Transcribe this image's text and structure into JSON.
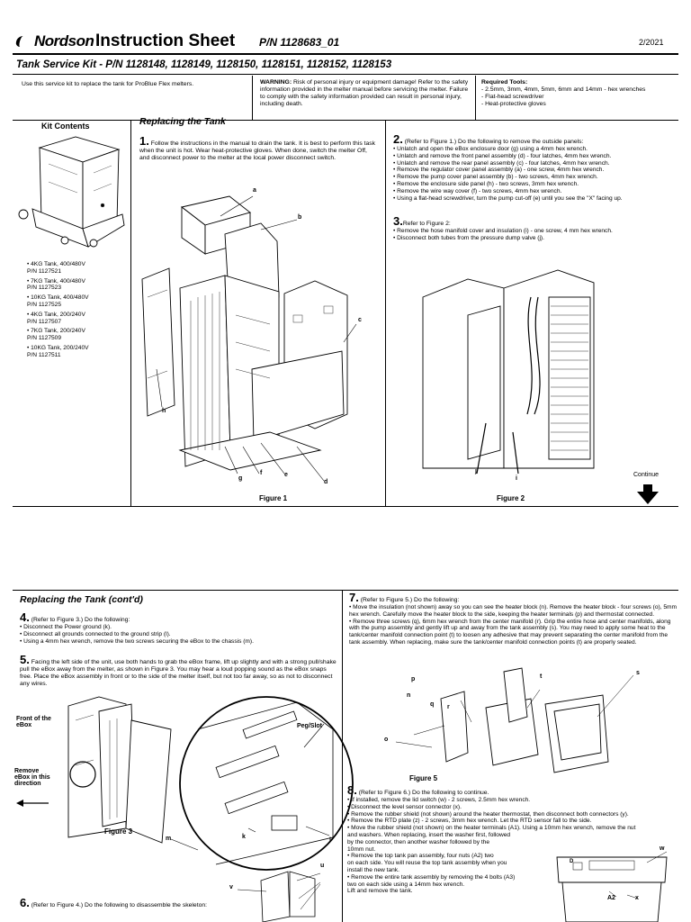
{
  "header": {
    "brand": "Nordson",
    "title": "Instruction Sheet",
    "pn": "P/N 1128683_01",
    "date": "2/2021",
    "subtitle": "Tank Service Kit - P/N 1128148, 1128149, 1128150, 1128151, 1128152, 1128153"
  },
  "intro": {
    "usage": "Use this service kit to replace the tank for ProBlue Flex melters.",
    "warning_label": "WARNING:",
    "warning_text": "Risk of personal injury or equipment damage! Refer to the safety information provided in the melter manual before servicing the melter. Failure to comply with the safety information provided can result in personal injury, including death.",
    "tools_label": "Required Tools:",
    "tools": [
      "- 2.5mm, 3mm, 4mm, 5mm, 6mm and 14mm - hex wrenches",
      "- Flat-head screwdriver",
      "- Heat-protective gloves"
    ]
  },
  "kit": {
    "heading": "Kit Contents",
    "items": [
      {
        "name": "• 4KG Tank, 400/480V",
        "pn": "P/N 1127521"
      },
      {
        "name": "• 7KG Tank, 400/480V",
        "pn": "P/N 1127523"
      },
      {
        "name": "• 10KG Tank, 400/480V",
        "pn": "P/N 1127525"
      },
      {
        "name": "• 4KG Tank, 200/240V",
        "pn": "P/N 1127507"
      },
      {
        "name": "• 7KG Tank, 200/240V",
        "pn": "P/N 1127509"
      },
      {
        "name": "• 10KG Tank, 200/240V",
        "pn": "P/N 1127511"
      }
    ]
  },
  "section1": {
    "heading": "Replacing the Tank",
    "step1_num": "1.",
    "step1_text": "Follow the instructions in the manual to drain the tank. It is best to perform this task when the unit is hot. Wear heat-protective gloves. When done, switch the melter Off, and disconnect power to the melter at the local power disconnect switch.",
    "figure1": "Figure 1",
    "fig1_labels": [
      "a",
      "b",
      "c",
      "h",
      "g",
      "f",
      "e",
      "d"
    ],
    "step2_num": "2.",
    "step2_intro": "(Refer to Figure 1.) Do the following to remove the outside panels:",
    "step2_items": [
      "• Unlatch and open the eBox enclosure door (g) using a 4mm hex wrench.",
      "• Unlatch and remove the front panel assembly (d) - four latches, 4mm hex wrench.",
      "• Unlatch and remove the rear panel assembly  (c) - four latches, 4mm hex wrench.",
      "• Remove the regulator cover panel assembly (a) - one screw, 4mm hex wrench.",
      "• Remove the pump cover panel assembly (b) - two screws, 4mm hex wrench.",
      "• Remove the enclosure side panel (h) - two screws, 3mm hex wrench.",
      "• Remove the wire way cover (f) - two screws, 4mm hex wrench.",
      "• Using a flat-head screwdriver, turn the pump cut-off (e) until you see the \"X\" facing up."
    ],
    "step3_num": "3.",
    "step3_intro": "Refer to Figure  2:",
    "step3_items": [
      "• Remove the hose manifold cover and insulation (i) - one screw, 4 mm hex wrench.",
      "• Disconnect both tubes from the pressure dump valve (j)."
    ],
    "figure2": "Figure 2",
    "fig2_labels": [
      "j",
      "i"
    ],
    "continue": "Continue"
  },
  "section2": {
    "heading": "Replacing the Tank (cont'd)",
    "step4_num": "4.",
    "step4_intro": "(Refer to Figure 3.) Do the following:",
    "step4_items": [
      "• Disconnect the Power ground (k).",
      "• Disconnect all grounds connected to the ground strip (l).",
      "• Using a 4mm hex wrench, remove the two screws securing the eBox to the chassis (m)."
    ],
    "step5_num": "5.",
    "step5_text": "Facing the left side of the unit, use both hands to grab the eBox frame, lift up slightly and with a strong pull/shake pull the eBox away from the melter, as shown in Figure 3. You may hear a loud popping sound as the eBox snaps free. Place the eBox assembly in front or to the side of the melter itself, but not too far away, so as not to disconnect any wires.",
    "fig3_front": "Front of the eBox",
    "fig3_remove": "Remove eBox in this direction",
    "fig3_peg": "Peg/Slot",
    "figure3": "Figure 3",
    "fig3_labels": [
      "m",
      "k",
      "l"
    ],
    "step6_num": "6.",
    "step6_text": "(Refer to Figure 4.) Do the following to disassemble the skeleton:",
    "fig4_labels": [
      "v",
      "u"
    ],
    "step7_num": "7.",
    "step7_intro": "(Refer to Figure 5.) Do the following:",
    "step7_items": [
      "• Move the insulation (not shown) away so you can see the heater block (n). Remove the heater block - four screws (o), 5mm hex wrench. Carefully move the heater block to the side, keeping the heater terminals (p) and thermostat connected.",
      "• Remove three screws (q), 6mm hex wrench from the center manifold (r). Grip the entire hose and center manifolds, along with the pump assembly and gently lift up and away from the tank assembly (s). You may need to apply some heat to the tank/center manifold connection point (t) to loosen any adhesive that may prevent separating the center manifold from the tank assembly. When replacing, make sure the tank/center manifold connection points (t) are properly seated."
    ],
    "figure5": "Figure 5",
    "fig5_labels": [
      "p",
      "t",
      "s",
      "n",
      "q",
      "r",
      "o"
    ],
    "step8_num": "8.",
    "step8_intro": "(Refer to Figure 6.) Do the following to continue.",
    "step8_items": [
      "• If installed, remove the lid switch (w) - 2 screws, 2.5mm hex wrench.",
      "• Disconnect the level sensor connector (x).",
      "• Remove the rubber shield (not shown) around the heater thermostat, then disconnect both connectors (y).",
      "•  Remove the RTD plate (z) - 2 screws, 3mm hex wrench. Let the RTD sensor fall to the side.",
      "• Move the rubber shield (not shown) on the heater terminals (A1). Using  a 10mm hex wrench, remove the nut",
      "and washers. When replacing, insert the washer first, followed",
      "by the connector, then another washer followed by the",
      "10mm nut.",
      "• Remove the top tank pan assembly, four nuts (A2) two",
      "on each side.  You will reuse the top tank assembly when you",
      "install the new tank.",
      "• Remove the entire tank assembly by removing the 4 bolts (A3)",
      "two on each side using a 14mm hex wrench.",
      "Lift and remove the tank."
    ],
    "fig6_labels": [
      "w",
      "A2",
      "x",
      "D"
    ]
  }
}
